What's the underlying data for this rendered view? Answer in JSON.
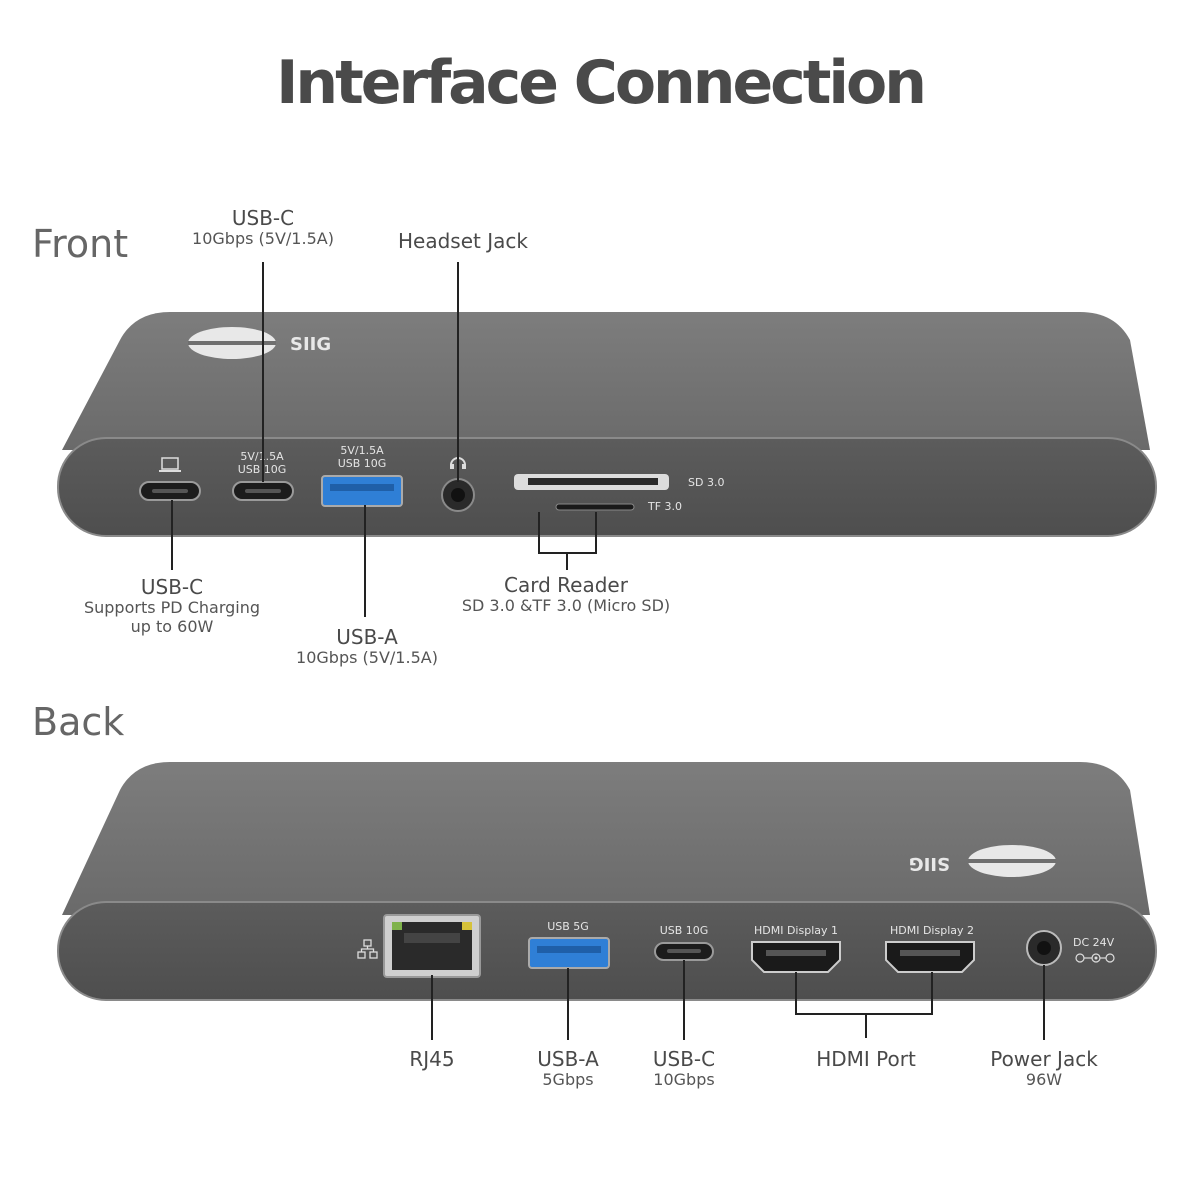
{
  "title": "Interface Connection",
  "front": {
    "section_label": "Front",
    "brand": "SIIG",
    "port_marks": {
      "usbc_center": "5V/1.5A\nUSB 10G",
      "usba_top": "5V/1.5A",
      "usba_bottom": "USB 10G",
      "usbc_top": "5V/1.5A",
      "usbc_bottom": "USB 10G",
      "sd": "SD 3.0",
      "tf": "TF 3.0"
    },
    "callouts": {
      "usbc_top": {
        "title": "USB-C",
        "sub": "10Gbps (5V/1.5A)"
      },
      "headset": {
        "title": "Headset Jack"
      },
      "usbc_pd": {
        "title": "USB-C",
        "sub1": "Supports PD Charging",
        "sub2": "up to 60W"
      },
      "usba": {
        "title": "USB-A",
        "sub": "10Gbps (5V/1.5A)"
      },
      "card_reader": {
        "title": "Card Reader",
        "sub": "SD 3.0 &TF 3.0 (Micro SD)"
      }
    }
  },
  "back": {
    "section_label": "Back",
    "brand": "SIIG",
    "port_marks": {
      "usb5g": "USB 5G",
      "usb10g": "USB 10G",
      "hdmi1": "HDMI Display 1",
      "hdmi2": "HDMI Display 2",
      "dc": "DC 24V"
    },
    "callouts": {
      "rj45": {
        "title": "RJ45"
      },
      "usba": {
        "title": "USB-A",
        "sub": "5Gbps"
      },
      "usbc": {
        "title": "USB-C",
        "sub": "10Gbps"
      },
      "hdmi": {
        "title": "HDMI Port"
      },
      "power": {
        "title": "Power Jack",
        "sub": "96W"
      }
    }
  },
  "colors": {
    "body_top": "#6f6f6f",
    "body_face": "#555555",
    "usb_blue": "#2f7fd6",
    "text": "#4a4a4a"
  }
}
